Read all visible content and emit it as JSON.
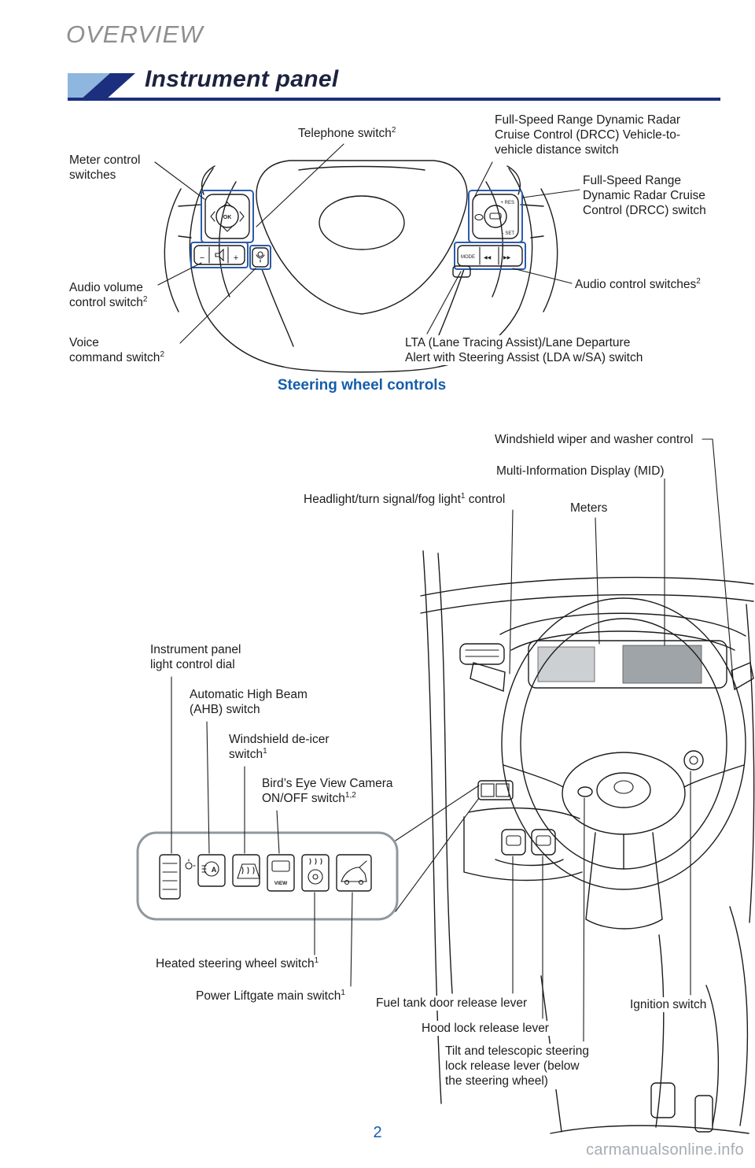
{
  "header": {
    "overview_label": "OVERVIEW",
    "title": "Instrument panel"
  },
  "steering": {
    "caption": "Steering wheel controls",
    "labels": {
      "telephone": {
        "text": "Telephone switch",
        "sup": "2"
      },
      "drcc_v2v": {
        "text": "Full-Speed Range Dynamic Radar\nCruise Control (DRCC) Vehicle-to-\nvehicle distance switch"
      },
      "meter": {
        "text": "Meter control\nswitches"
      },
      "drcc": {
        "text": "Full-Speed Range\nDynamic Radar Cruise\nControl (DRCC) switch"
      },
      "audio_volume": {
        "text": "Audio volume\ncontrol switch",
        "sup": "2"
      },
      "voice": {
        "text": "Voice\ncommand switch",
        "sup": "2"
      },
      "audio_control": {
        "text": "Audio control switches",
        "sup": "2"
      },
      "lta": {
        "text": "LTA (Lane Tracing Assist)/Lane Departure\nAlert with Steering Assist (LDA w/SA) switch"
      }
    },
    "figure_text": {
      "ok": "OK",
      "res": "+ RES",
      "set": "- SET",
      "mode": "MODE",
      "prev": "◀◀",
      "next": "▶▶",
      "minus": "−",
      "plus": "+"
    }
  },
  "dashboard": {
    "labels": {
      "wiper": {
        "text": "Windshield wiper and washer control"
      },
      "mid": {
        "text": "Multi-Information Display (MID)"
      },
      "headlight": {
        "pre": "Headlight/turn signal/fog light",
        "sup": "1",
        "post": " control"
      },
      "meters": {
        "text": "Meters"
      },
      "inst_light": {
        "text": "Instrument panel\nlight control dial"
      },
      "ahb": {
        "text": "Automatic High Beam\n(AHB) switch"
      },
      "deicer": {
        "text": "Windshield de-icer\nswitch",
        "sup": "1"
      },
      "birdseye": {
        "text": "Bird’s Eye View Camera\nON/OFF switch",
        "sup": "1,2"
      },
      "heated": {
        "text": "Heated steering wheel switch",
        "sup": "1"
      },
      "liftgate": {
        "text": "Power Liftgate main switch",
        "sup": "1"
      },
      "fuel": {
        "text": "Fuel tank door release lever"
      },
      "hood": {
        "text": "Hood lock release lever"
      },
      "tilt": {
        "text": "Tilt and telescopic steering\nlock release lever (below\nthe steering wheel)"
      },
      "ignition": {
        "text": "Ignition switch"
      }
    },
    "figure_text": {
      "view": "VIEW"
    }
  },
  "footer": {
    "page_number": "2",
    "watermark": "carmanualsonline.info"
  },
  "colors": {
    "header_navy": "#1b2f7e",
    "title_text": "#1c2340",
    "section_blue": "#155dab",
    "callout_box_blue": "#2b5cad",
    "wedge_light_blue": "#8fb6de",
    "label_text": "#1c1c1c",
    "overview_gray": "#8f8f8f",
    "watermark_gray": "#a6acb4",
    "panel_border_gray": "#8f989e",
    "screen_gray": "#9fa4a8"
  }
}
